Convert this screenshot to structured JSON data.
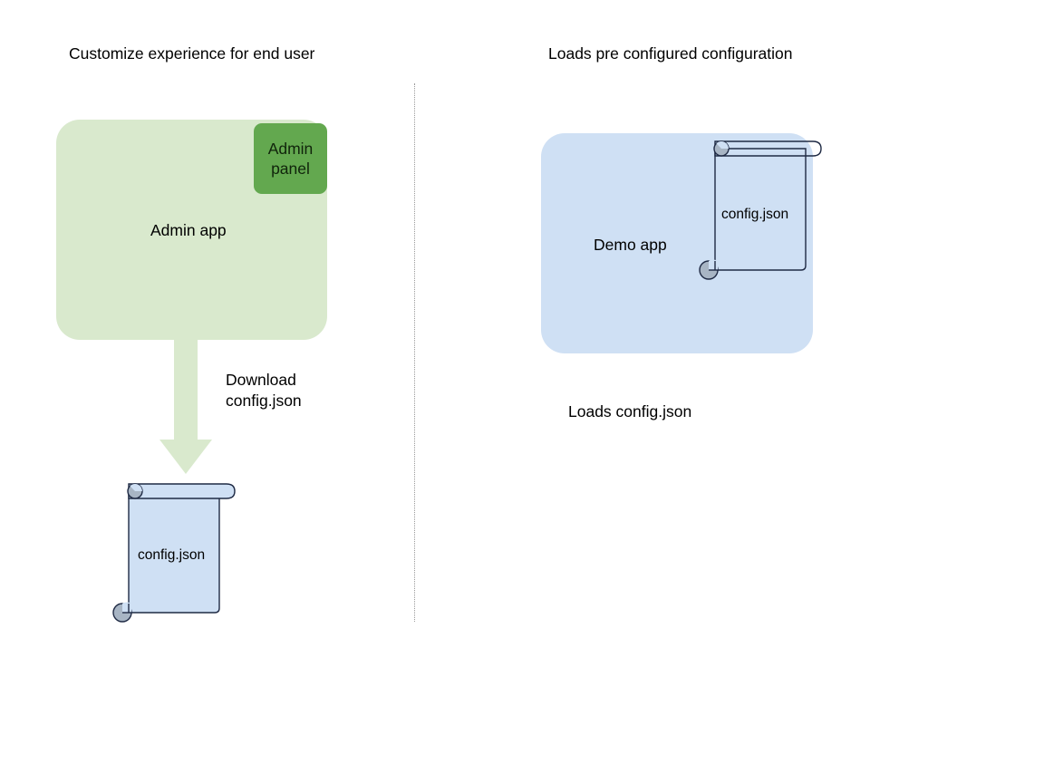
{
  "diagram": {
    "background_color": "#ffffff",
    "columns": [
      {
        "heading": "Customize experience for end user",
        "card": {
          "label": "Admin app",
          "fill": "#d9e9cd"
        },
        "chip": {
          "line1": "Admin",
          "line2": "panel",
          "fill": "#63a84f"
        },
        "arrow": {
          "caption_line1": "Download",
          "caption_line2": "config.json",
          "fill": "#d9e9cd",
          "direction": "down"
        },
        "document": {
          "label": "config.json",
          "fill": "#cfe0f4",
          "stroke": "#1f2a44"
        }
      },
      {
        "heading": "Loads pre configured configuration",
        "card": {
          "label": "Demo app",
          "fill": "#cfe0f4"
        },
        "document": {
          "label": "config.json",
          "fill": "none",
          "stroke": "#1f2a44"
        },
        "caption": "Loads config.json"
      }
    ],
    "divider": {
      "style": "dotted",
      "color": "#9a9a9a"
    },
    "icons": {
      "scroll_curl": "scroll-curl-icon",
      "arrow_down": "arrow-down-icon"
    }
  }
}
